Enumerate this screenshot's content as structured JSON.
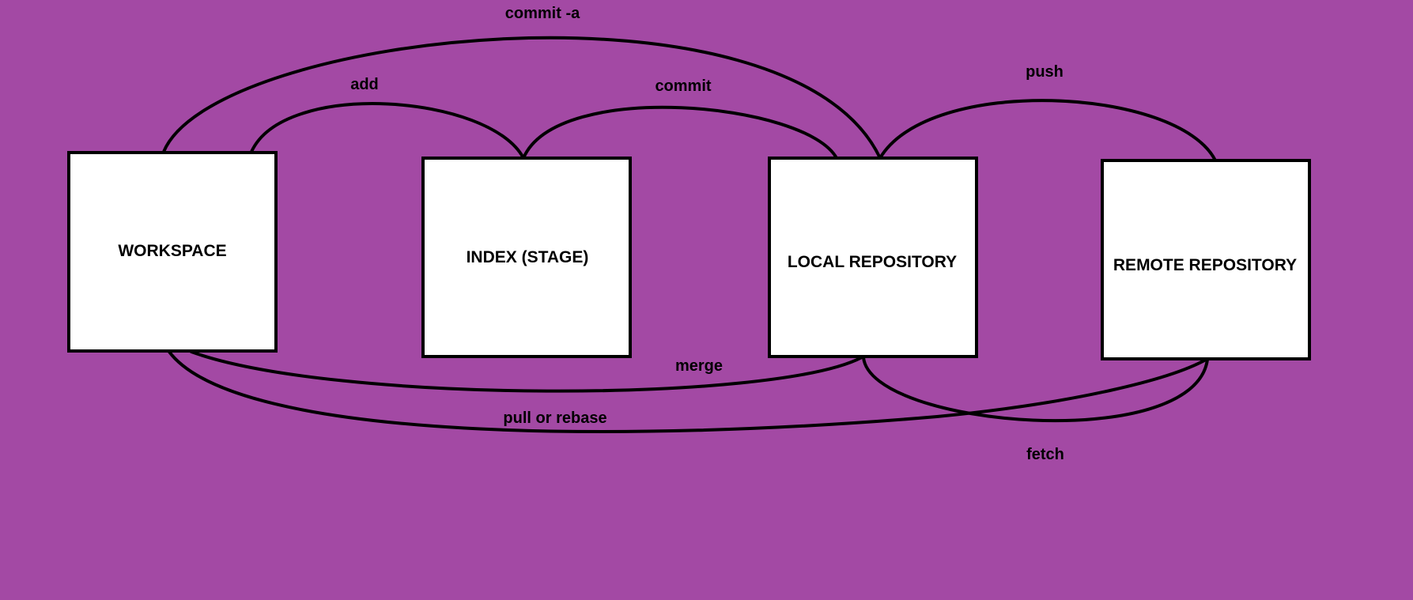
{
  "diagram": {
    "background_color": "#a349a4",
    "box_fill_color": "#ffffff",
    "line_color": "#000000",
    "nodes": {
      "workspace": "WORKSPACE",
      "index": "INDEX (STAGE)",
      "local": "LOCAL REPOSITORY",
      "remote": "REMOTE REPOSITORY"
    },
    "edges": {
      "commit_a": "commit -a",
      "add": "add",
      "commit": "commit",
      "push": "push",
      "merge": "merge",
      "pull_or_rebase": "pull or rebase",
      "fetch": "fetch"
    }
  }
}
